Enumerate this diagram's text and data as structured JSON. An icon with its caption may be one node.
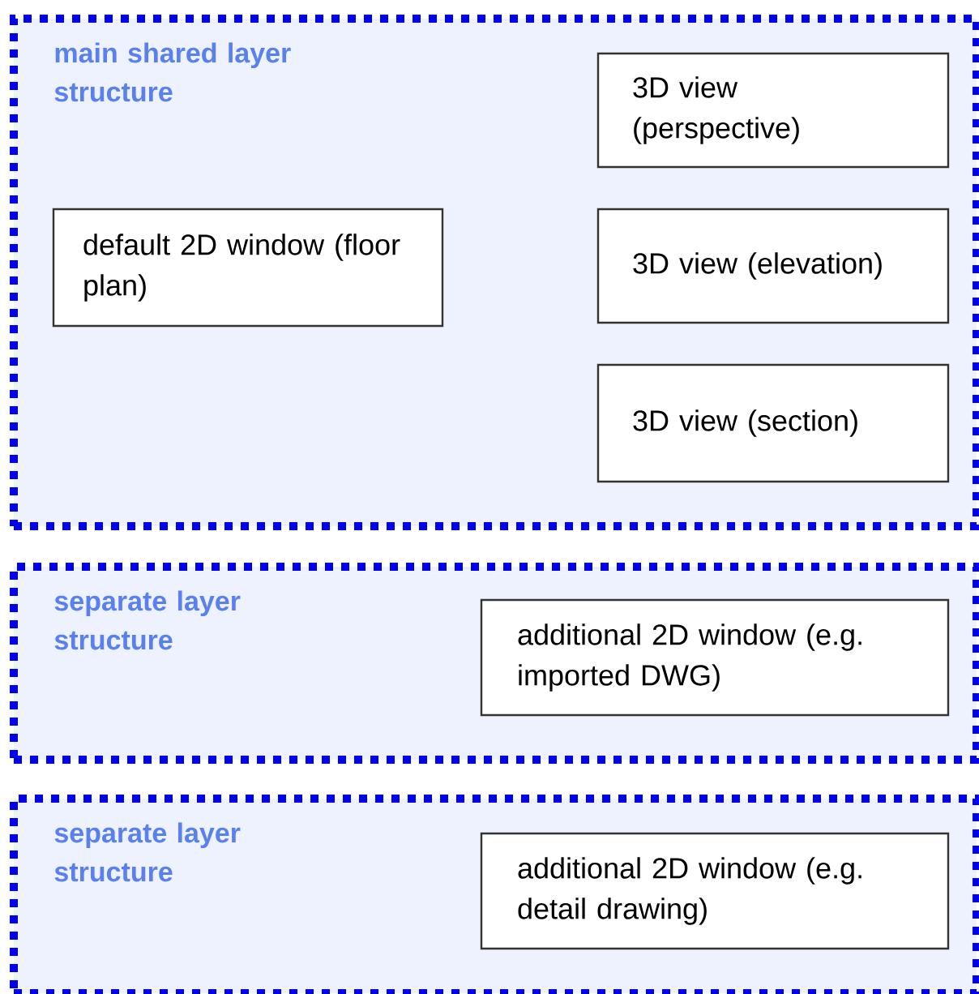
{
  "diagram": {
    "nodes": [
      {
        "text": [
          "main shared layer structure"
        ]
      },
      {
        "text": [
          "3D view (perspective)"
        ],
        "in": 0
      },
      {
        "text": [
          "default 2D window (floor plan)"
        ],
        "in": 0
      },
      {
        "text": [
          "3D view (elevation)"
        ],
        "in": 0
      },
      {
        "text": [
          "3D view (section)"
        ],
        "in": 0
      },
      {
        "text": [
          "separate layer structure"
        ]
      },
      {
        "text": [
          "additional 2D window (e.g. imported DWG)"
        ],
        "in": 5
      },
      {
        "text": [
          "separate layer structure"
        ]
      },
      {
        "text": [
          "additional 2D window (e.g. detail drawing)"
        ],
        "in": 7
      }
    ]
  }
}
